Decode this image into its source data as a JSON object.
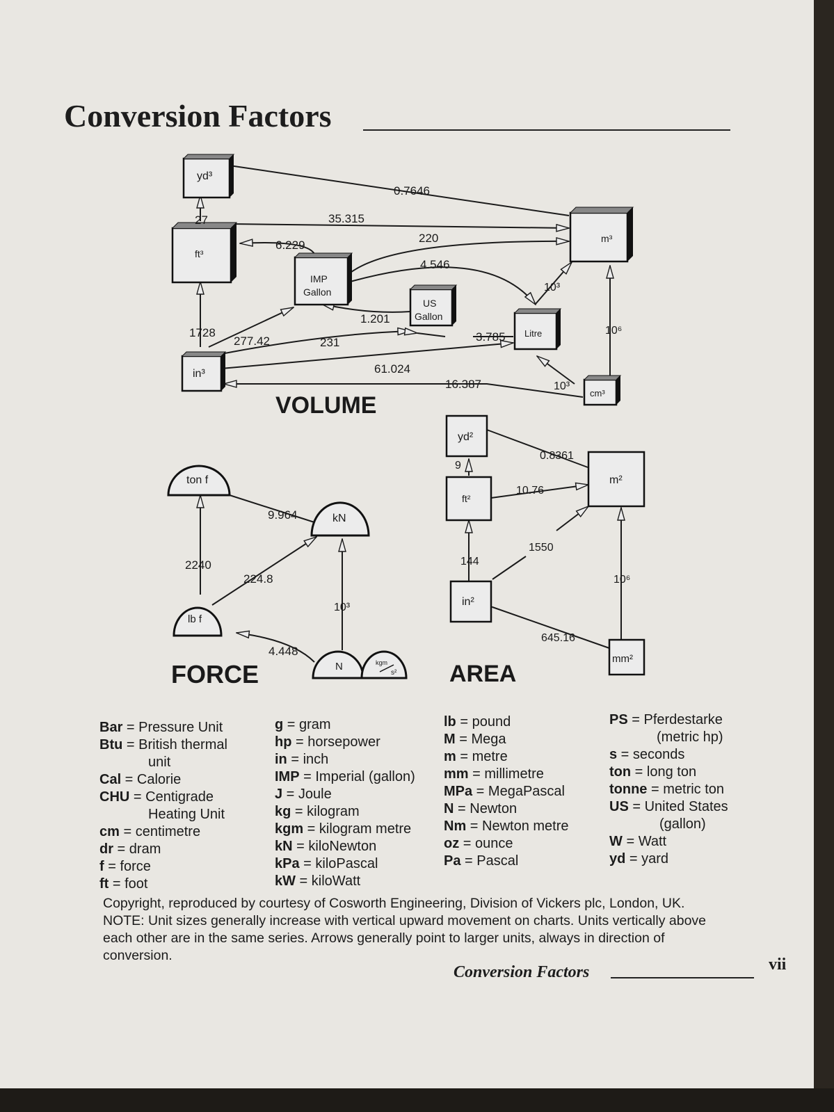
{
  "title": "Conversion Factors",
  "footer": {
    "title": "Conversion Factors",
    "page": "vii"
  },
  "diagram": {
    "section_labels": {
      "volume": "VOLUME",
      "force": "FORCE",
      "area": "AREA"
    },
    "units": {
      "yd3": "yd³",
      "ft3": "ft³",
      "in3": "in³",
      "imp_gallon_1": "IMP",
      "imp_gallon_2": "Gallon",
      "us_gallon_1": "US",
      "us_gallon_2": "Gallon",
      "litre": "Litre",
      "m3": "m³",
      "cm3": "cm³",
      "ton_f": "ton  f",
      "kN": "kN",
      "lb_f": "lb  f",
      "N": "N",
      "kgm_num": "kgm",
      "kgm_den": "s²",
      "yd2": "yd²",
      "ft2": "ft²",
      "in2": "in²",
      "m2": "m²",
      "mm2": "mm²"
    },
    "factors": {
      "yd3_m3": "0.7646",
      "yd3_ft3": "27",
      "ft3_m3": "35.315",
      "ft3_imp": "6.229",
      "imp_m3": "220",
      "imp_litre": "4.546",
      "litre_m3": "10³",
      "imp_us": "1.201",
      "in3_ft3": "1728",
      "in3_imp": "277.42",
      "in3_us": "231",
      "us_litre": "3.785",
      "in3_litre": "61.024",
      "in3_cm3": "16.387",
      "cm3_litre": "10³",
      "cm3_m3": "10⁶",
      "tonf_kN": "9.964",
      "lbf_tonf": "2240",
      "lbf_kN": "224.8",
      "N_kN": "10³",
      "lbf_N": "4.448",
      "yd2_m2": "0.8361",
      "ft2_yd2": "9",
      "ft2_m2": "10.76",
      "in2_ft2": "144",
      "in2_m2": "1550",
      "mm2_m2": "10⁶",
      "in2_mm2": "645.16"
    }
  },
  "legend": {
    "columns": [
      [
        {
          "abbr": "Bar",
          "def": "Pressure Unit"
        },
        {
          "abbr": "Btu",
          "def": "British thermal",
          "cont": "unit"
        },
        {
          "abbr": "Cal",
          "def": "Calorie"
        },
        {
          "abbr": "CHU",
          "def": "Centigrade",
          "cont": "Heating Unit"
        },
        {
          "abbr": "cm",
          "def": "centimetre"
        },
        {
          "abbr": "dr",
          "def": "dram"
        },
        {
          "abbr": "f",
          "def": "force"
        },
        {
          "abbr": "ft",
          "def": "foot"
        }
      ],
      [
        {
          "abbr": "g",
          "def": "gram"
        },
        {
          "abbr": "hp",
          "def": "horsepower"
        },
        {
          "abbr": "in",
          "def": "inch"
        },
        {
          "abbr": "IMP",
          "def": "Imperial (gallon)"
        },
        {
          "abbr": "J",
          "def": "Joule"
        },
        {
          "abbr": "kg",
          "def": "kilogram"
        },
        {
          "abbr": "kgm",
          "def": "kilogram metre"
        },
        {
          "abbr": "kN",
          "def": "kiloNewton"
        },
        {
          "abbr": "kPa",
          "def": "kiloPascal"
        },
        {
          "abbr": "kW",
          "def": "kiloWatt"
        }
      ],
      [
        {
          "abbr": "lb",
          "def": "pound"
        },
        {
          "abbr": "M",
          "def": "Mega"
        },
        {
          "abbr": "m",
          "def": "metre"
        },
        {
          "abbr": "mm",
          "def": "millimetre"
        },
        {
          "abbr": "MPa",
          "def": "MegaPascal"
        },
        {
          "abbr": "N",
          "def": "Newton"
        },
        {
          "abbr": "Nm",
          "def": "Newton metre"
        },
        {
          "abbr": "oz",
          "def": "ounce"
        },
        {
          "abbr": "Pa",
          "def": "Pascal"
        }
      ],
      [
        {
          "abbr": "PS",
          "def": "Pferdestarke",
          "cont": "(metric hp)"
        },
        {
          "abbr": "s",
          "def": "seconds"
        },
        {
          "abbr": "ton",
          "def": "long ton"
        },
        {
          "abbr": "tonne",
          "def": "metric ton"
        },
        {
          "abbr": "US",
          "def": "United States",
          "cont": "(gallon)"
        },
        {
          "abbr": "W",
          "def": "Watt"
        },
        {
          "abbr": "yd",
          "def": "yard"
        }
      ]
    ]
  },
  "notes": {
    "copyright": "Copyright, reproduced by courtesy of Cosworth Engineering, Division of Vickers plc, London, UK.",
    "note": "NOTE: Unit sizes generally increase with vertical upward movement on charts. Units vertically above each other are in the same series. Arrows generally point to larger units, always in direction of conversion."
  }
}
